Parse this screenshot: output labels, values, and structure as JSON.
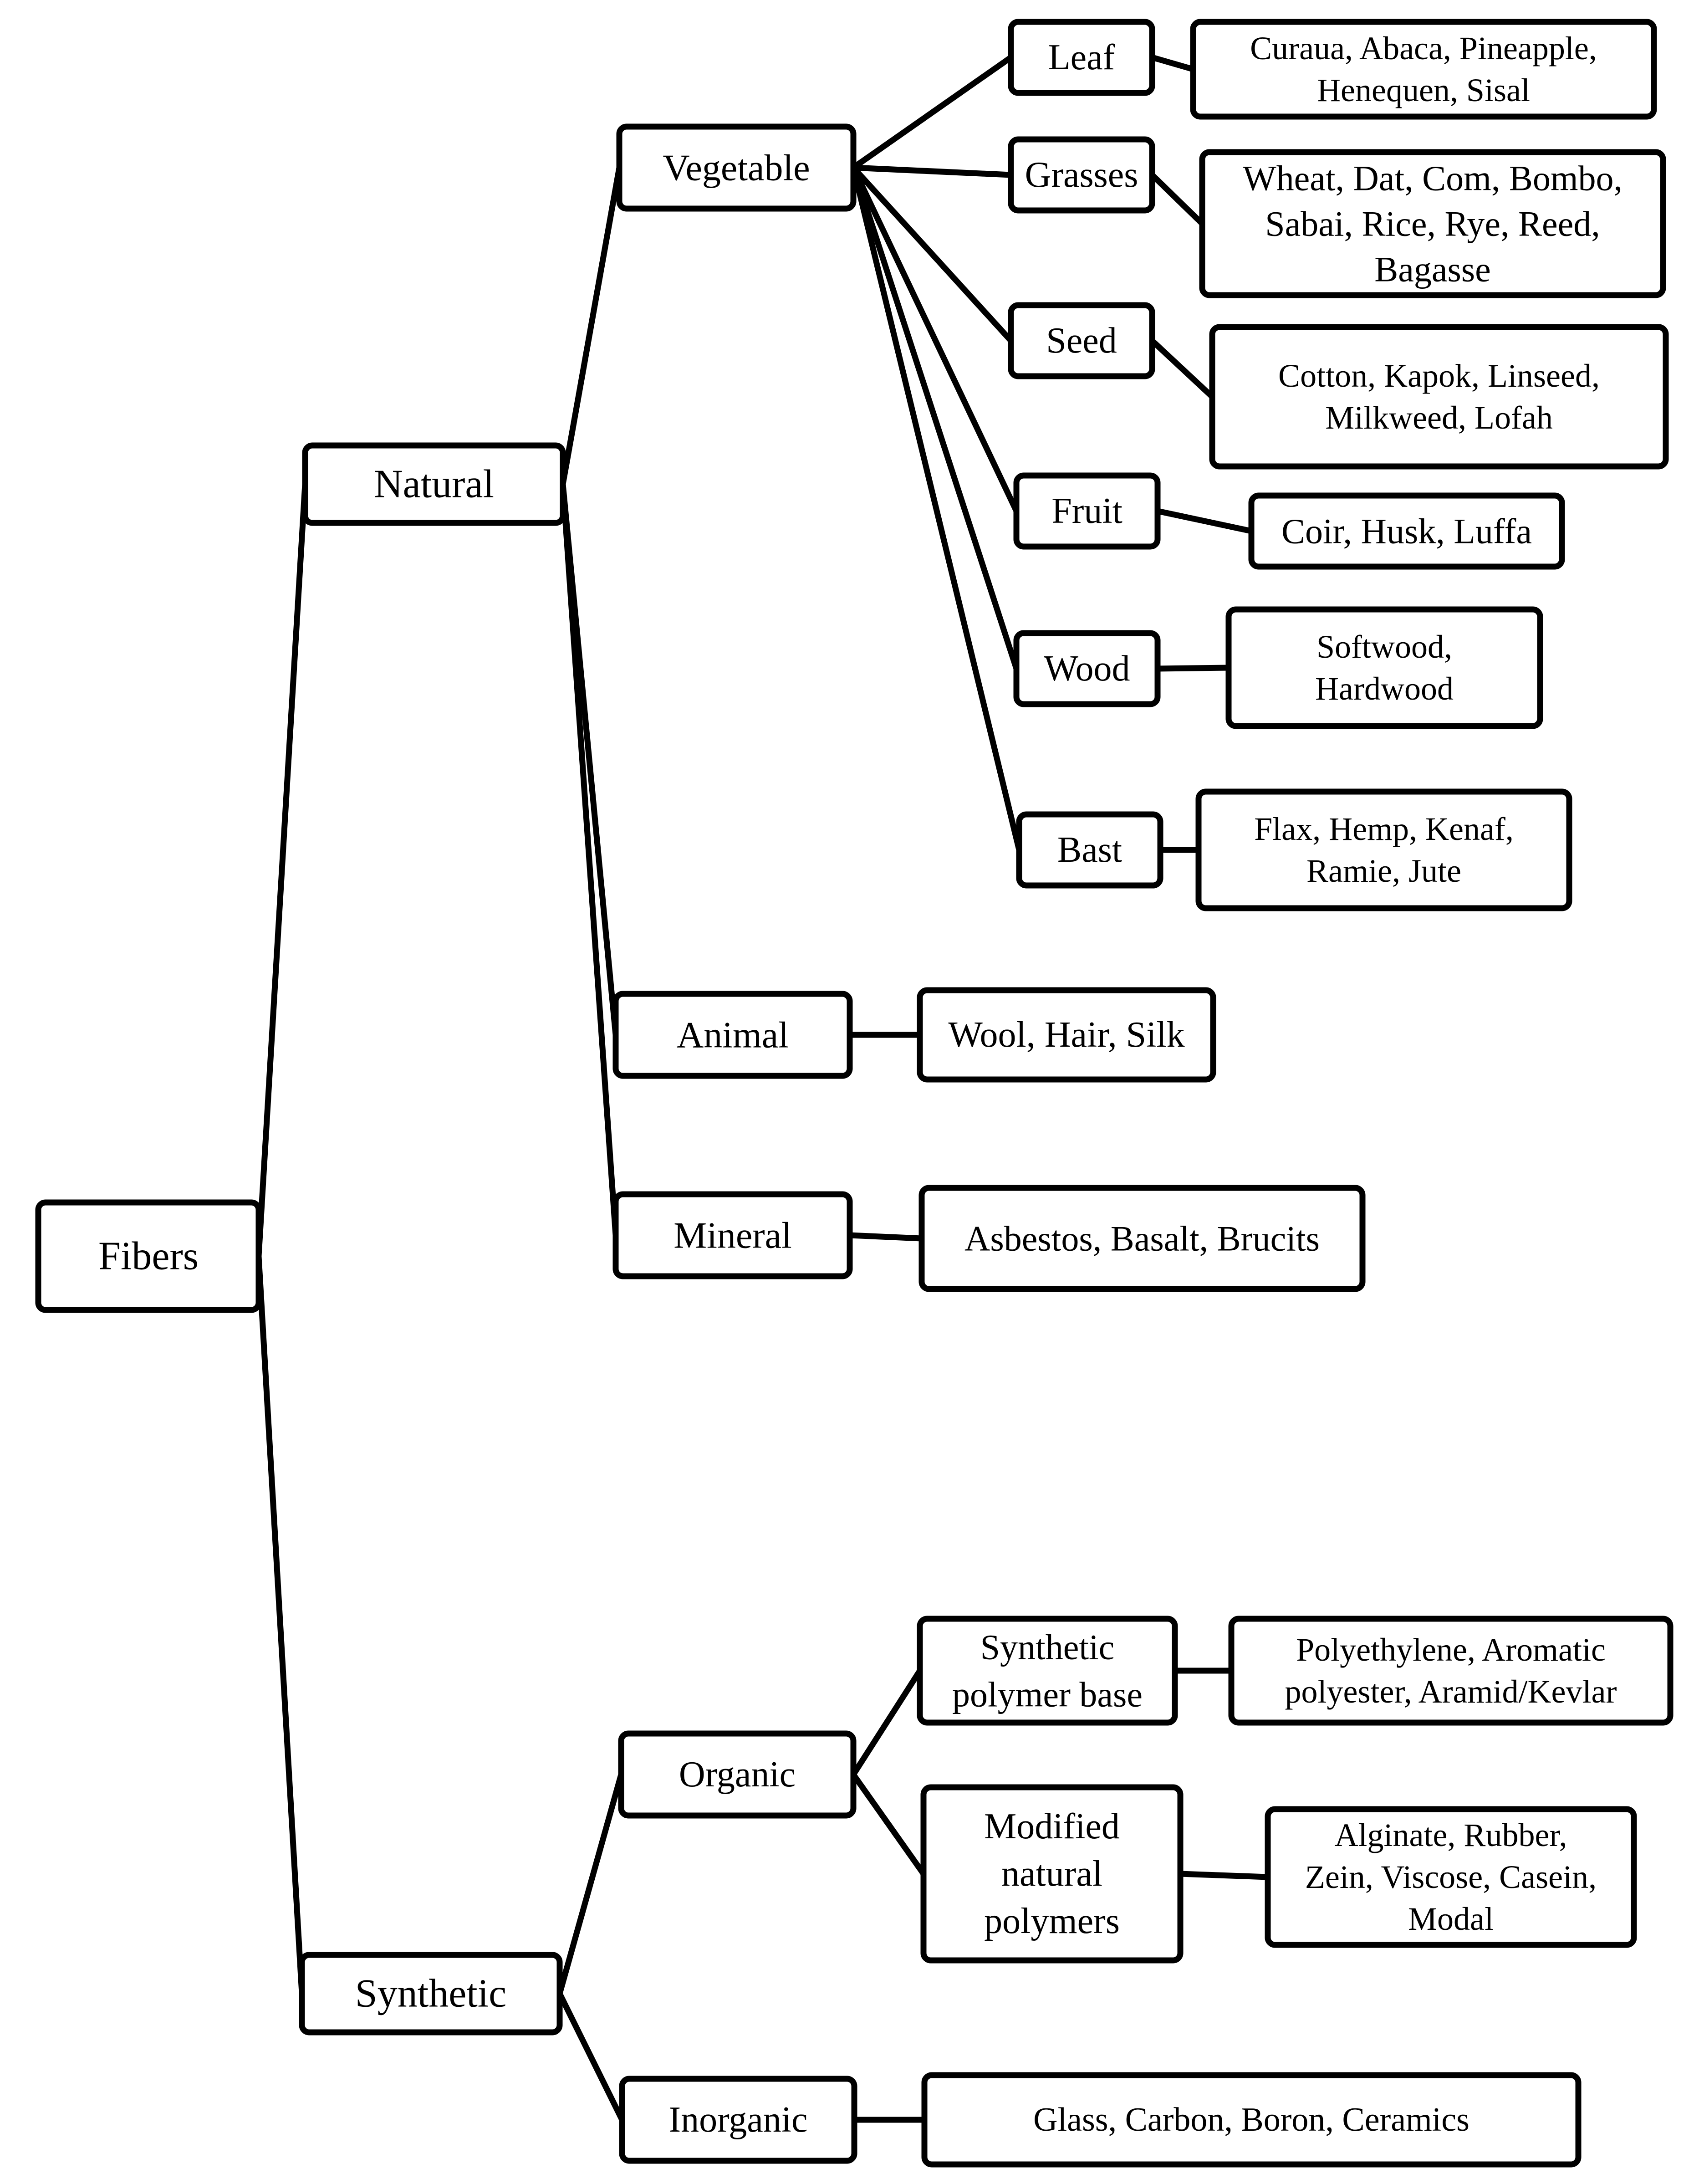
{
  "diagram": {
    "type": "tree",
    "nodes": {
      "fibers": [
        "Fibers"
      ],
      "natural": [
        "Natural"
      ],
      "synthetic": [
        "Synthetic"
      ],
      "vegetable": [
        "Vegetable"
      ],
      "animal": [
        "Animal"
      ],
      "mineral": [
        "Mineral"
      ],
      "leaf": [
        "Leaf"
      ],
      "grasses": [
        "Grasses"
      ],
      "seed": [
        "Seed"
      ],
      "fruit": [
        "Fruit"
      ],
      "wood": [
        "Wood"
      ],
      "bast": [
        "Bast"
      ],
      "leaf_examples": [
        "Curaua, Abaca, Pineapple,",
        "Henequen, Sisal"
      ],
      "grasses_examples": [
        "Wheat, Dat, Com, Bombo,",
        "Sabai, Rice, Rye, Reed,",
        "Bagasse"
      ],
      "seed_examples": [
        "Cotton, Kapok, Linseed,",
        "Milkweed, Lofah"
      ],
      "fruit_examples": [
        "Coir, Husk, Luffa"
      ],
      "wood_examples": [
        "Softwood,",
        "Hardwood"
      ],
      "bast_examples": [
        "Flax, Hemp, Kenaf,",
        "Ramie, Jute"
      ],
      "animal_examples": [
        "Wool, Hair, Silk"
      ],
      "mineral_examples": [
        "Asbestos, Basalt, Brucits"
      ],
      "organic": [
        "Organic"
      ],
      "inorganic": [
        "Inorganic"
      ],
      "synthetic_polymer_base": [
        "Synthetic",
        "polymer base"
      ],
      "modified_natural_polymers": [
        "Modified",
        "natural",
        "polymers"
      ],
      "synthetic_polymer_examples": [
        "Polyethylene, Aromatic",
        "polyester, Aramid/Kevlar"
      ],
      "modified_polymer_examples": [
        "Alginate, Rubber,",
        "Zein, Viscose, Casein,",
        "Modal"
      ],
      "inorganic_examples": [
        "Glass, Carbon, Boron, Ceramics"
      ]
    },
    "edges": [
      [
        "fibers",
        "natural"
      ],
      [
        "fibers",
        "synthetic"
      ],
      [
        "natural",
        "vegetable"
      ],
      [
        "natural",
        "animal"
      ],
      [
        "natural",
        "mineral"
      ],
      [
        "vegetable",
        "leaf"
      ],
      [
        "vegetable",
        "grasses"
      ],
      [
        "vegetable",
        "seed"
      ],
      [
        "vegetable",
        "fruit"
      ],
      [
        "vegetable",
        "wood"
      ],
      [
        "vegetable",
        "bast"
      ],
      [
        "leaf",
        "leaf_examples"
      ],
      [
        "grasses",
        "grasses_examples"
      ],
      [
        "seed",
        "seed_examples"
      ],
      [
        "fruit",
        "fruit_examples"
      ],
      [
        "wood",
        "wood_examples"
      ],
      [
        "bast",
        "bast_examples"
      ],
      [
        "animal",
        "animal_examples"
      ],
      [
        "mineral",
        "mineral_examples"
      ],
      [
        "synthetic",
        "organic"
      ],
      [
        "synthetic",
        "inorganic"
      ],
      [
        "organic",
        "synthetic_polymer_base"
      ],
      [
        "organic",
        "modified_natural_polymers"
      ],
      [
        "synthetic_polymer_base",
        "synthetic_polymer_examples"
      ],
      [
        "modified_natural_polymers",
        "modified_polymer_examples"
      ],
      [
        "inorganic",
        "inorganic_examples"
      ]
    ]
  }
}
